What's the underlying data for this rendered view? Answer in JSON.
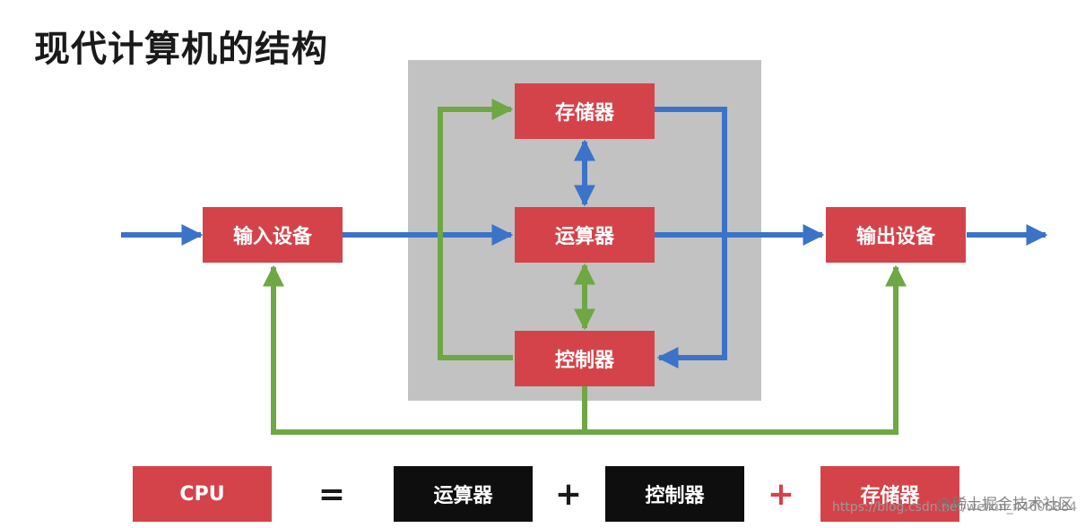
{
  "title": "现代计算机的结构",
  "nodes": {
    "input": "输入设备",
    "output": "输出设备",
    "memory": "存储器",
    "alu": "运算器",
    "control": "控制器"
  },
  "equation": {
    "lhs": "CPU",
    "equals": "=",
    "term1": "运算器",
    "plus1": "+",
    "term2": "控制器",
    "plus2": "+",
    "term3": "存储器"
  },
  "watermark": {
    "url": "https://blog.csdn.net/weixin_44606884",
    "logo": "@稀土掘金技术社区"
  },
  "colors": {
    "box_red": "#d5434a",
    "box_dark": "#0e0e0e",
    "cpu_area": "#c2c2c2",
    "data_flow_blue": "#3b73c8",
    "control_flow_green": "#6fa744",
    "plus_red": "#d5434a"
  }
}
